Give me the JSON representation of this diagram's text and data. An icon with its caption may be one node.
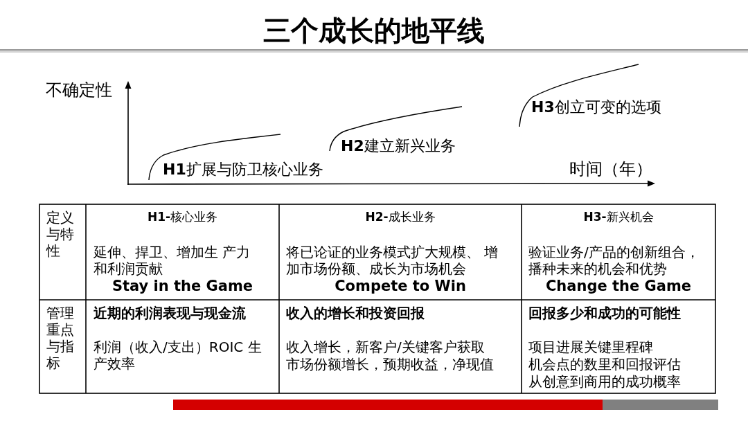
{
  "diagram": {
    "title": "三个成长的地平线",
    "labels": [
      "不确定性",
      "**H3**创立可变的选项",
      "**H2**建立新兴业务",
      "**H1**扩展与防卫核心业务",
      "时间（年）",
      "定义与特性",
      "**H1-**核心业务",
      "延伸、捍卫、增加生 产力和利润贡献",
      "Stay in the Game",
      "**H2-**成长业务",
      "将已论证的业务模式扩大规模、 增加市场份额、成长为市场机会",
      "Compete to Win",
      "**H3-**新兴机会",
      "验证业务/产品的创新组合，播种未来的机会和优势",
      "Change the Game",
      "管理重点与指标",
      "近期的利润表现与现金流",
      "利润（收入/支出）ROIC 生产效率",
      "收入的增长和投资回报",
      "收入增长，新客户/关键客户获取",
      "市场份额增长，预期收益，净现值",
      "回报多少和成功的可能性",
      "项目进展关键里程碑",
      "机会点的数里和回报评估",
      "从创意到商用的成功概率"
    ]
  }
}
